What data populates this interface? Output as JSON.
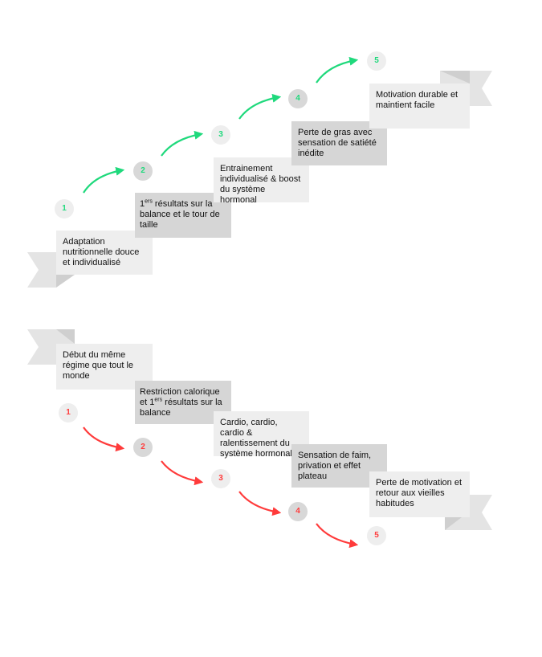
{
  "colors": {
    "green": "#1fd97c",
    "red": "#ff3b3b",
    "light_box": "#eeeeee",
    "dark_box": "#d6d6d6",
    "ribbon": "#e4e4e4"
  },
  "top_steps": [
    {
      "num": "1",
      "text": "Adaptation nutritionnelle douce et individualisé"
    },
    {
      "num": "2",
      "sup": "ers",
      "text_a": "1",
      "text_b": " résultats sur la balance et le tour de taille"
    },
    {
      "num": "3",
      "text": "Entrainement individualisé & boost du système hormonal"
    },
    {
      "num": "4",
      "text": "Perte de gras avec sensation de satiété inédite"
    },
    {
      "num": "5",
      "text": "Motivation  durable et maintient facile"
    }
  ],
  "bottom_steps": [
    {
      "num": "1",
      "text": "Début du même régime que tout le monde"
    },
    {
      "num": "2",
      "sup": "ers",
      "text_a": "Restriction calorique et 1",
      "text_b": " résultats sur la balance"
    },
    {
      "num": "3",
      "text": "Cardio, cardio, cardio & ralentissement du système hormonal"
    },
    {
      "num": "4",
      "text": "Sensation de faim, privation et effet plateau"
    },
    {
      "num": "5",
      "text": "Perte de motivation et retour aux vieilles habitudes"
    }
  ]
}
